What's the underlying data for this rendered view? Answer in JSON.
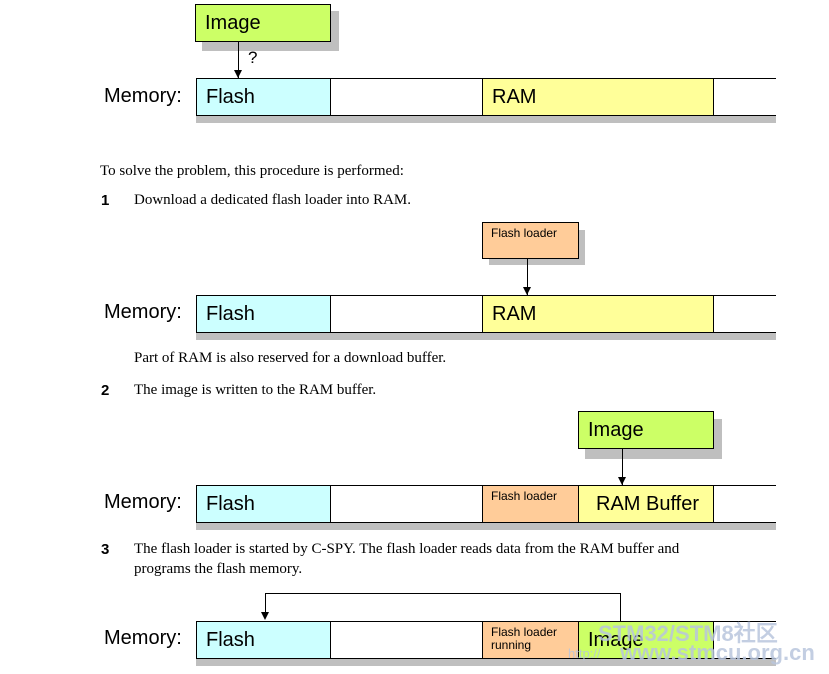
{
  "memory_label": "Memory:",
  "diagram1": {
    "image": "Image",
    "question": "?",
    "flash": "Flash",
    "ram": "RAM"
  },
  "intro": "To solve the problem, this procedure is performed:",
  "step1": {
    "num": "1",
    "text": "Download a dedicated flash loader into RAM."
  },
  "diagram2": {
    "loader": "Flash loader",
    "flash": "Flash",
    "ram": "RAM"
  },
  "note": "Part of RAM is also reserved for a download buffer.",
  "step2": {
    "num": "2",
    "text": "The image is written to the RAM buffer."
  },
  "diagram3": {
    "image": "Image",
    "flash": "Flash",
    "loader": "Flash loader",
    "ram_buffer": "RAM Buffer"
  },
  "step3": {
    "num": "3",
    "line1": "The flash loader is started by C-SPY. The flash loader reads data from the RAM buffer and",
    "line2": "programs the flash memory."
  },
  "diagram4": {
    "flash": "Flash",
    "loader_line1": "Flash loader",
    "loader_line2": "running",
    "image": "Image"
  },
  "watermark": {
    "line1": "STM32/STM8社区",
    "line2": "www.stmcu.org.cn",
    "prefix": "http://"
  }
}
